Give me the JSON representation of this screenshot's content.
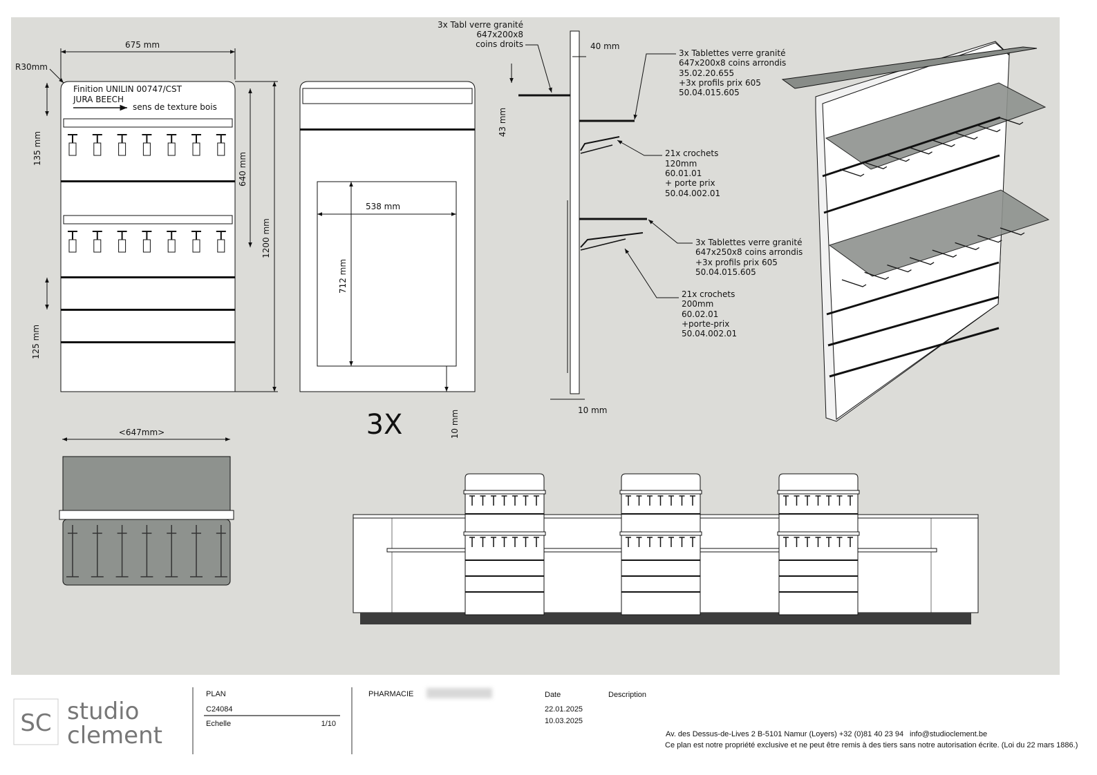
{
  "front_view": {
    "width_dim": "675 mm",
    "radius": "R30mm",
    "finish_line1": "Finition UNILIN 00747/CST",
    "finish_line2": "JURA BEECH",
    "texture_note": "sens de texture bois",
    "dim_135": "135 mm",
    "dim_640": "640 mm",
    "dim_1200": "1200 mm",
    "dim_125": "125 mm"
  },
  "back_view": {
    "dim_538": "538 mm",
    "dim_712": "712 mm",
    "dim_10": "10 mm",
    "quantity": "3X"
  },
  "side_view": {
    "shelf_top_note": [
      "3x Tabl verre granité",
      "647x200x8",
      "coins droits"
    ],
    "dim_40": "40 mm",
    "dim_43": "43 mm",
    "dim_10": "10 mm",
    "shelf_200_note": [
      "3x Tablettes verre granité",
      "647x200x8 coins arrondis",
      "35.02.20.655",
      "+3x profils prix 605",
      "50.04.015.605"
    ],
    "hooks_120_note": [
      "21x crochets",
      "120mm",
      "60.01.01",
      "+ porte prix",
      "50.04.002.01"
    ],
    "shelf_250_note": [
      "3x Tablettes verre granité",
      "647x250x8 coins arrondis",
      "+3x profils prix 605",
      "50.04.015.605"
    ],
    "hooks_200_note": [
      "21x crochets",
      "200mm",
      "60.02.01",
      "+porte-prix",
      "50.04.002.01"
    ]
  },
  "top_view": {
    "width_dim": "<647mm>"
  },
  "title_block": {
    "logo_mark": "SC",
    "logo_line1": "studio",
    "logo_line2": "clement",
    "plan_label": "PLAN",
    "plan_code": "C24084",
    "scale_label": "Echelle",
    "scale_value": "1/10",
    "project": "PHARMACIE",
    "date_header": "Date",
    "description_header": "Description",
    "dates": [
      "22.01.2025",
      "10.03.2025"
    ],
    "address": "Av. des Dessus-de-Lives 2   B-5101 Namur (Loyers)     +32 (0)81 40 23 94",
    "email": "info@studioclement.be",
    "legal": "Ce plan est notre propriété exclusive et ne peut être remis à des tiers sans notre autorisation écrite. (Loi du 22 mars 1886.)"
  },
  "colors": {
    "sheet": "#dcdcd8",
    "glass": "#8e928e",
    "line": "#111111"
  }
}
